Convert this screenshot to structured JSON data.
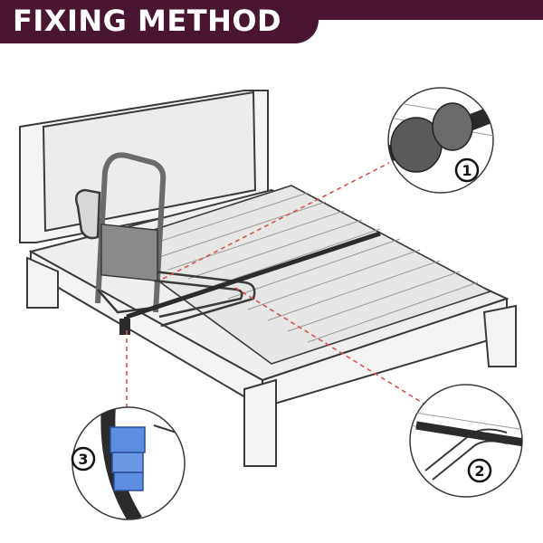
{
  "header": {
    "title": "FIXING METHOD",
    "color": "#4a1530"
  },
  "callouts": [
    {
      "number": "1",
      "subject": "buckle"
    },
    {
      "number": "2",
      "subject": "strap-over-rail"
    },
    {
      "number": "3",
      "subject": "strap-pad"
    }
  ],
  "colors": {
    "line": "#3a3a3a",
    "bed_fill": "#f4f4f4",
    "mattress_fill": "#e6e6e6",
    "strap": "#2b2b2b",
    "pad": "#5b8de0",
    "leader": "#d9534f"
  }
}
